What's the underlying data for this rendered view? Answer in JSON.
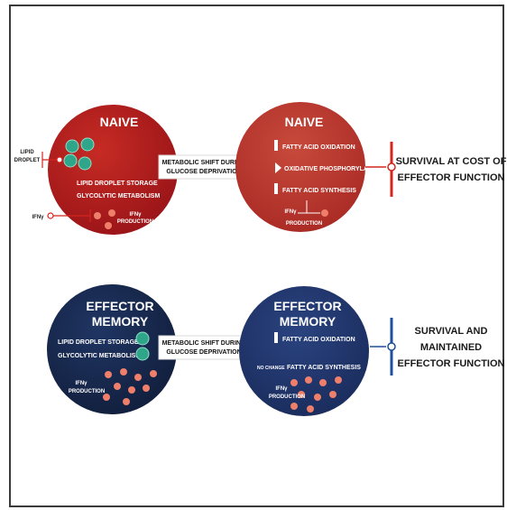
{
  "colors": {
    "naive_dark": "#a8181c",
    "naive_light": "#b8352c",
    "memory_dark": "#17294d",
    "memory_light": "#1f3366",
    "teal": "#2fa58a",
    "salmon": "#ee7f6a",
    "red_line": "#d4251f",
    "blue_line": "#1f4f9a"
  },
  "naive_left": {
    "title": "NAIVE",
    "lines": [
      "LIPID DROPLET STORAGE",
      "GLYCOLYTIC METABOLISM"
    ],
    "ifn_label": [
      "IFNγ",
      "PRODUCTION"
    ]
  },
  "naive_right": {
    "title": "NAIVE",
    "items": [
      "FATTY ACID OXIDATION",
      "OXIDATIVE PHOSPHORYLATION",
      "FATTY ACID SYNTHESIS"
    ],
    "ifn_label": [
      "IFNγ",
      "PRODUCTION"
    ]
  },
  "memory_left": {
    "title": [
      "EFFECTOR",
      "MEMORY"
    ],
    "lines": [
      "LIPID DROPLET STORAGE",
      "GLYCOLYTIC METABOLISM"
    ],
    "ifn_label": [
      "IFNγ",
      "PRODUCTION"
    ]
  },
  "memory_right": {
    "title": [
      "EFFECTOR",
      "MEMORY"
    ],
    "item_fao": "FATTY ACID OXIDATION",
    "no_change": "NO CHANGE",
    "item_fas": "FATTY ACID SYNTHESIS",
    "ifn_label": [
      "IFNγ",
      "PRODUCTION"
    ]
  },
  "arrow_label": [
    "METABOLIC SHIFT DURING",
    "GLUCOSE DEPRIVATION"
  ],
  "lipid_droplet_label": [
    "LIPID",
    "DROPLET"
  ],
  "ifn_side_label": "IFNγ",
  "outcome_naive": [
    "SURVIVAL AT COST OF",
    "EFFECTOR FUNCTION"
  ],
  "outcome_memory": [
    "SURVIVAL AND",
    "MAINTAINED",
    "EFFECTOR FUNCTION"
  ]
}
